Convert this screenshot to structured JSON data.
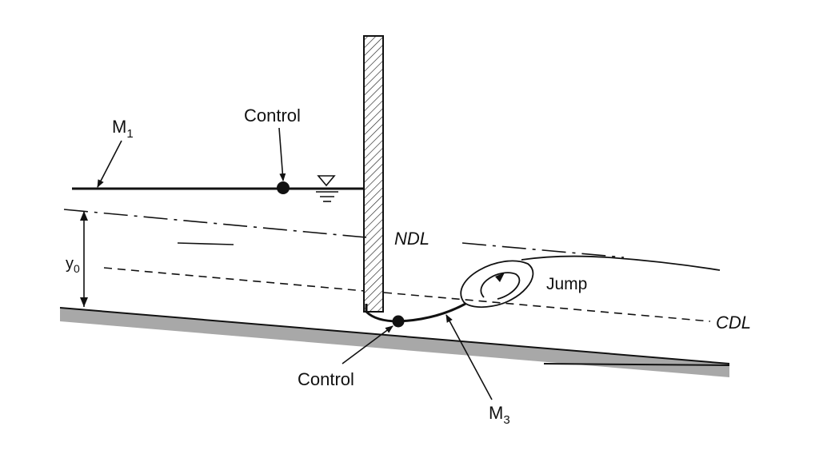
{
  "labels": {
    "m1_main": "M",
    "m1_sub": "1",
    "control_top": "Control",
    "y0_main": "y",
    "y0_sub": "0",
    "ndl": "NDL",
    "jump": "Jump",
    "cdl": "CDL",
    "control_bottom": "Control",
    "m3_main": "M",
    "m3_sub": "3"
  },
  "colors": {
    "line": "#111111",
    "channel_bed": "#a8a8a8",
    "gate_hatch": "#222222",
    "background": "#ffffff"
  }
}
